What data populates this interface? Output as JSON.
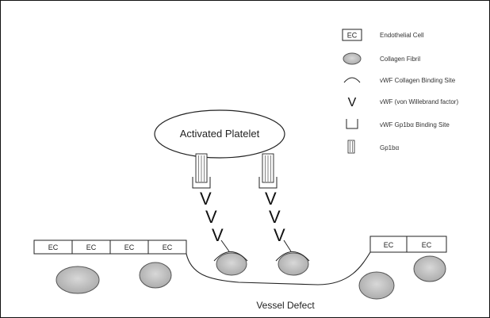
{
  "legend": {
    "ec_symbol_text": "EC",
    "items": [
      {
        "label": "Endothelial Cell"
      },
      {
        "label": "Collagen Fibril"
      },
      {
        "label": "vWF Collagen Binding Site"
      },
      {
        "label": "vWF (von Willebrand factor)"
      },
      {
        "label": "vWF Gp1bα Binding Site"
      },
      {
        "label": "Gp1bα"
      }
    ],
    "vwf_symbol": "V"
  },
  "platelet": {
    "label": "Activated Platelet"
  },
  "endothelium": {
    "left_cells": [
      "EC",
      "EC",
      "EC",
      "EC"
    ],
    "right_cells": [
      "EC",
      "EC"
    ]
  },
  "defect": {
    "label": "Vessel Defect"
  },
  "colors": {
    "line": "#222222",
    "fibril_fill": "#c8c8c8",
    "fibril_stroke": "#555555"
  }
}
